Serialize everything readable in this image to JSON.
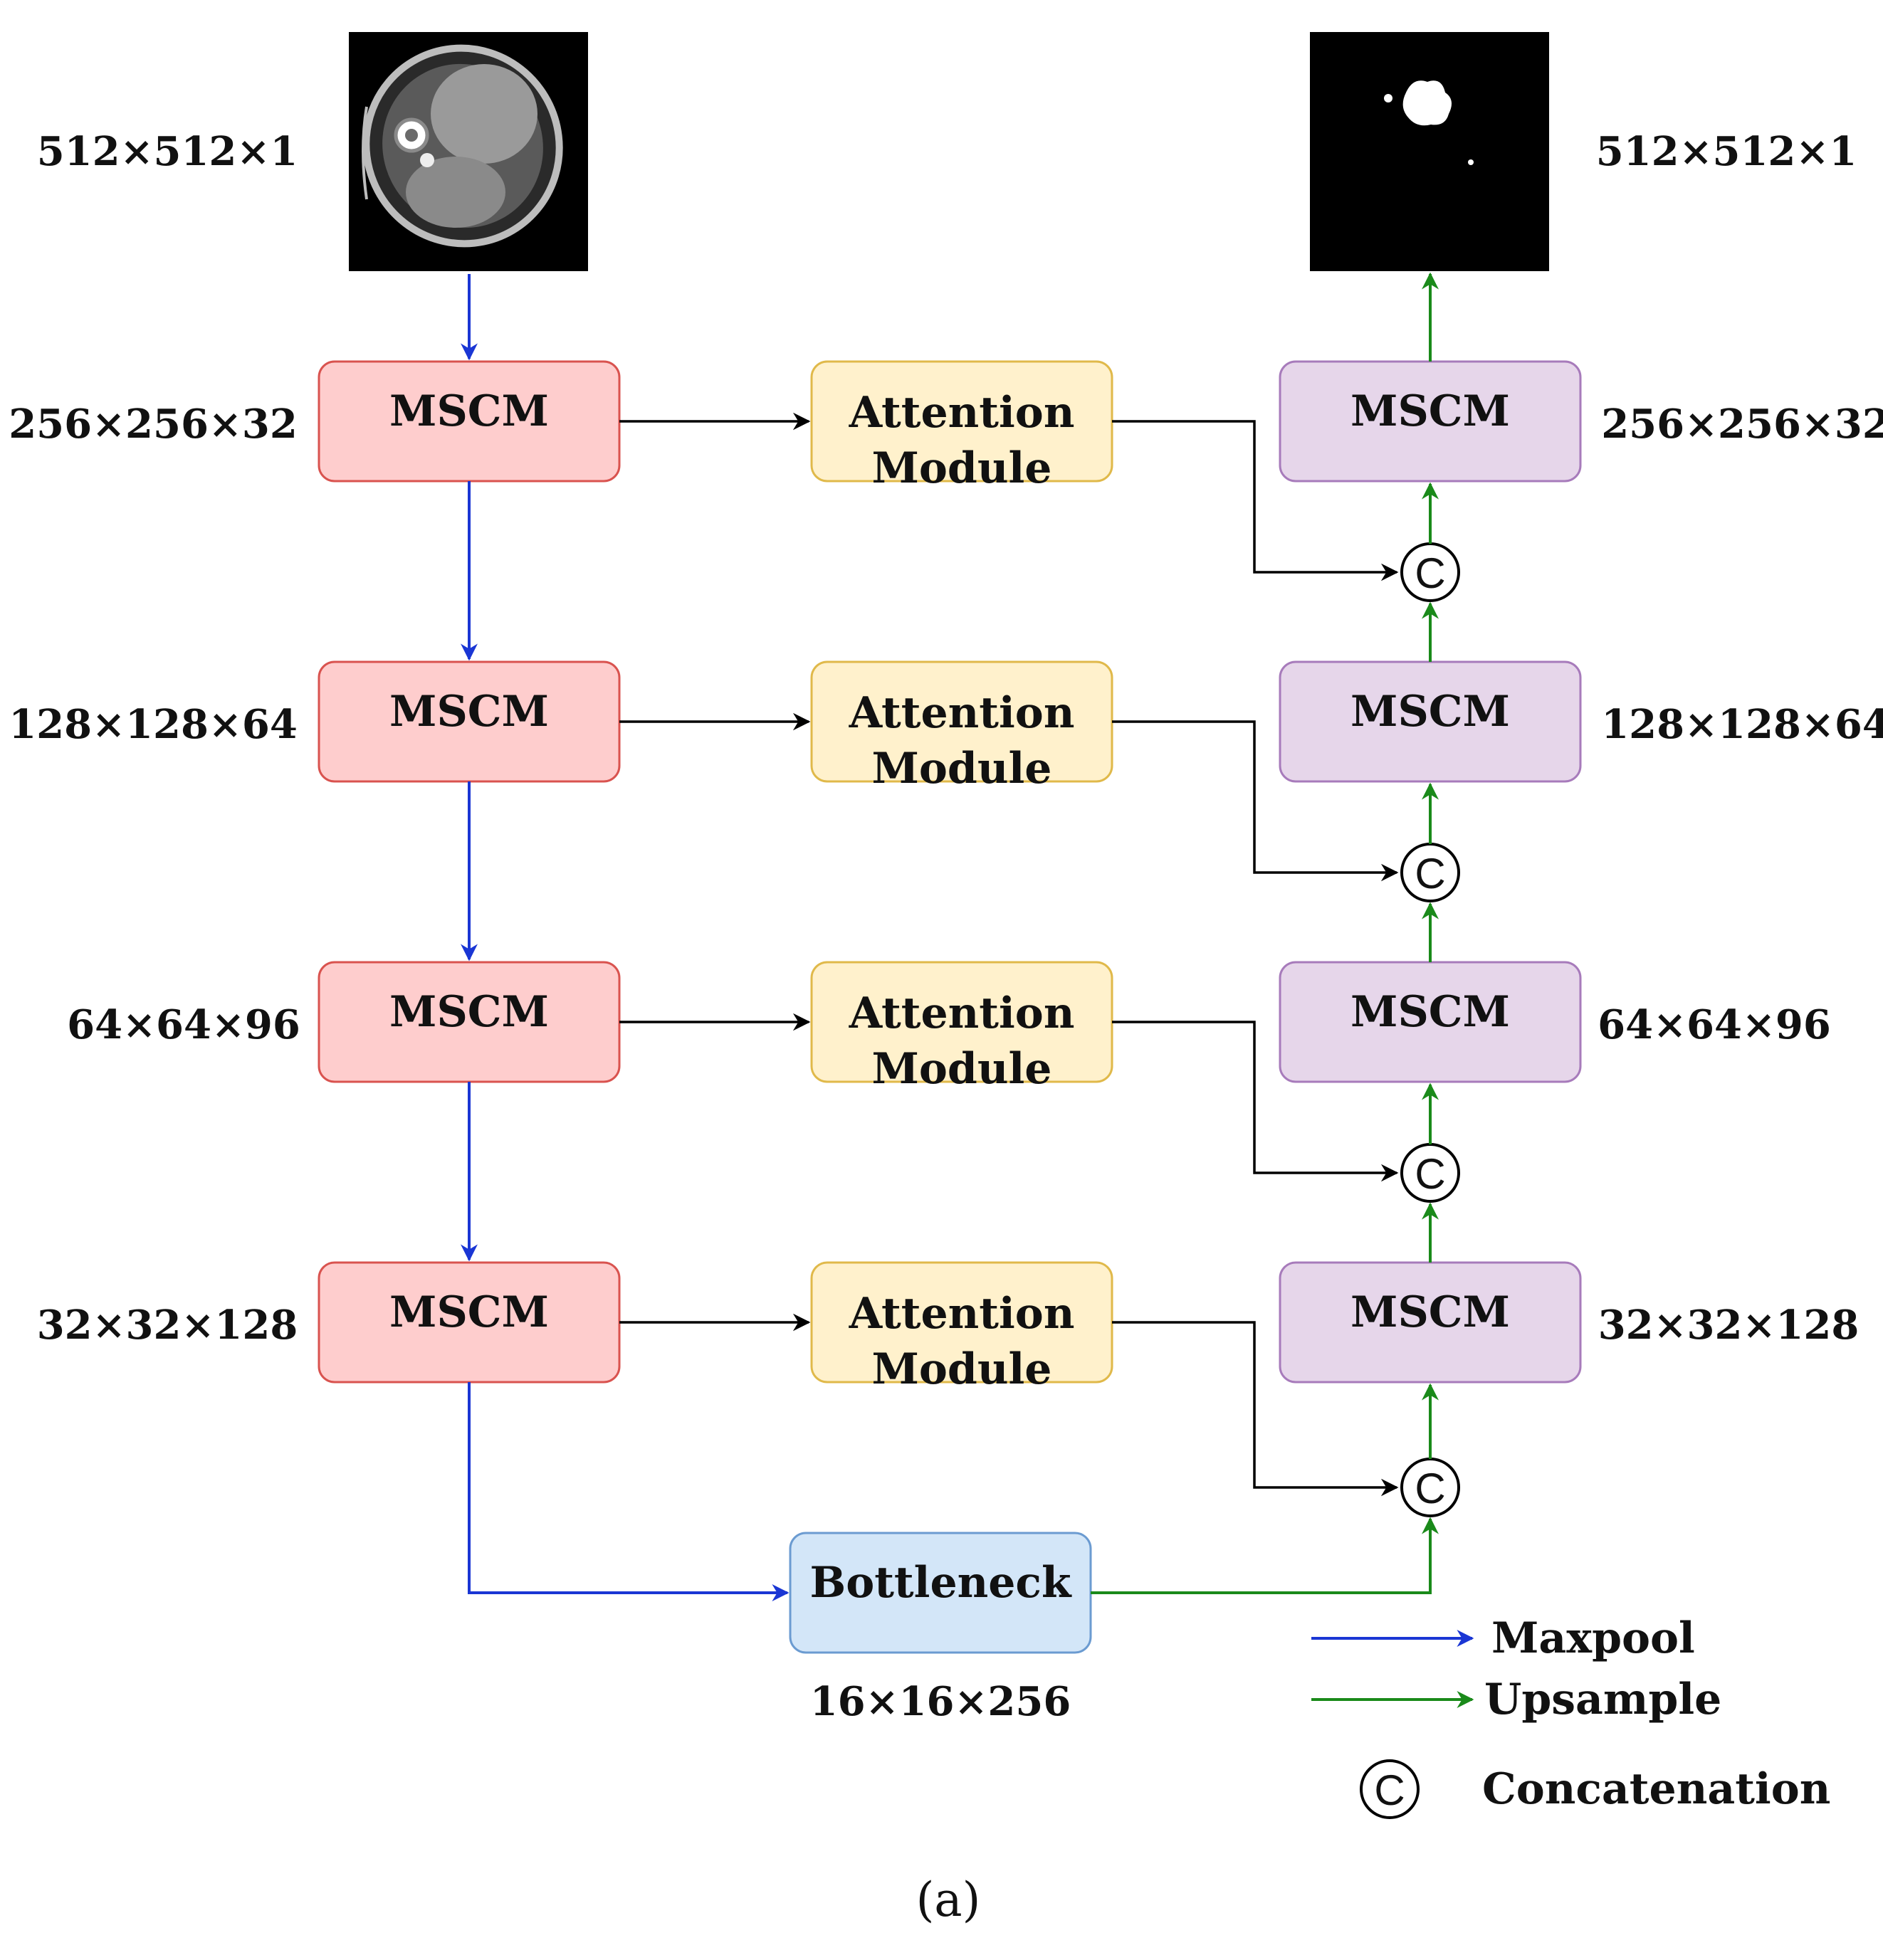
{
  "input": {
    "dims": "512×512×1",
    "image": "ct-slice"
  },
  "output": {
    "dims": "512×512×1",
    "image": "segmentation-mask"
  },
  "encoder": [
    {
      "label": "MSCM",
      "dims": "256×256×32"
    },
    {
      "label": "MSCM",
      "dims": "128×128×64"
    },
    {
      "label": "MSCM",
      "dims": "64×64×96"
    },
    {
      "label": "MSCM",
      "dims": "32×32×128"
    }
  ],
  "attention": [
    {
      "line1": "Attention",
      "line2": "Module"
    },
    {
      "line1": "Attention",
      "line2": "Module"
    },
    {
      "line1": "Attention",
      "line2": "Module"
    },
    {
      "line1": "Attention",
      "line2": "Module"
    }
  ],
  "decoder": [
    {
      "label": "MSCM",
      "dims": "256×256×32"
    },
    {
      "label": "MSCM",
      "dims": "128×128×64"
    },
    {
      "label": "MSCM",
      "dims": "64×64×96"
    },
    {
      "label": "MSCM",
      "dims": "32×32×128"
    }
  ],
  "bottleneck": {
    "label": "Bottleneck",
    "dims": "16×16×256"
  },
  "concat_symbol": "C",
  "legend": {
    "maxpool": "Maxpool",
    "upsample": "Upsample",
    "concatenation": "Concatenation"
  },
  "caption": "(a)",
  "colors": {
    "encoder": "#fecdcd",
    "attention": "#fff1cc",
    "decoder": "#e6d6ea",
    "bottleneck": "#d3e6f8",
    "maxpool": "#1a36d4",
    "upsample": "#1a8a1a"
  }
}
